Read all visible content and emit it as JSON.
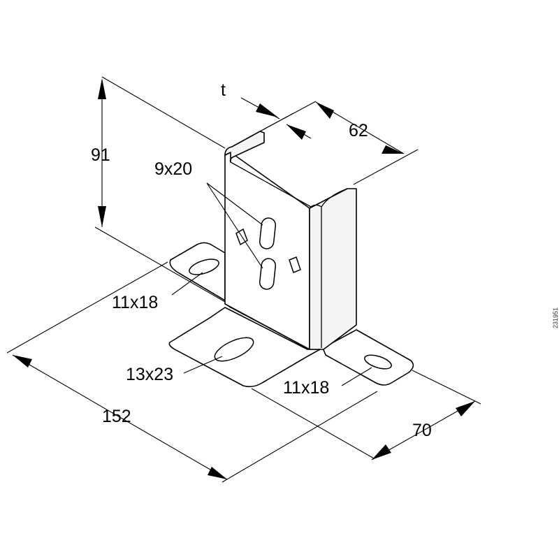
{
  "dimensions": {
    "height": "91",
    "thickness": "t",
    "channel_width": "62",
    "length": "152",
    "depth": "70"
  },
  "holes": {
    "channel_slots": "9x20",
    "left_tab": "11x18",
    "front_plate": "13x23",
    "right_tab": "11x18"
  },
  "drawing_code": "231951"
}
